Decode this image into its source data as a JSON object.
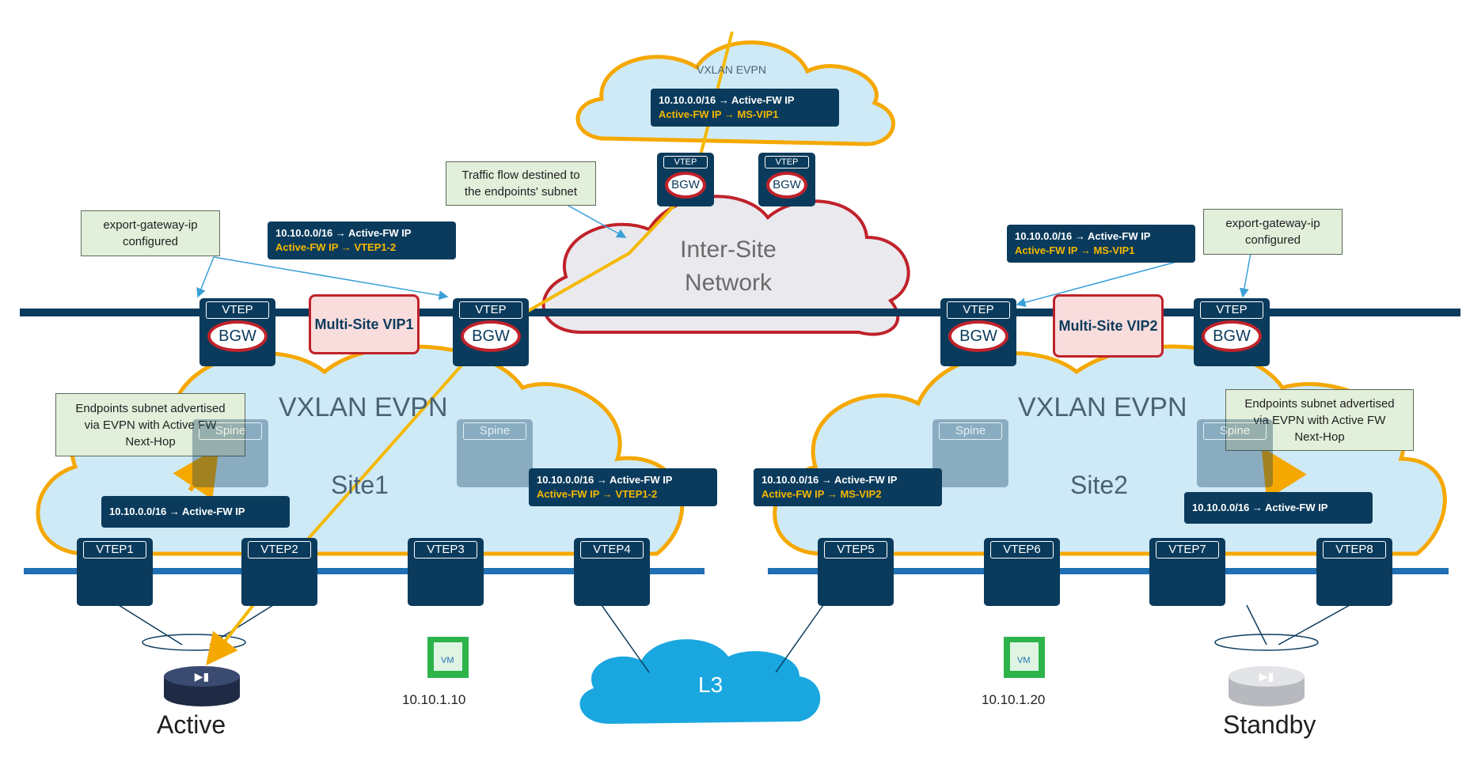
{
  "colors": {
    "navy": "#0b3b5c",
    "orange": "#f5a800",
    "red": "#c0222a",
    "cloud": "#cfeaf7",
    "note_bg": "#e2efda"
  },
  "top_cloud": {
    "label": "VXLAN EVPN",
    "callout": {
      "line1": "10.10.0.0/16 → Active-FW IP",
      "line2": "Active-FW IP → MS-VIP1"
    },
    "devices": [
      {
        "vtep": "VTEP",
        "bgw": "BGW"
      },
      {
        "vtep": "VTEP",
        "bgw": "BGW"
      }
    ]
  },
  "inter_site": {
    "line1": "Inter-Site",
    "line2": "Network"
  },
  "notes": {
    "traffic_flow": {
      "line1": "Traffic flow destined to",
      "line2": "the endpoints' subnet"
    },
    "export_left": {
      "line1": "export-gateway-ip",
      "line2": "configured"
    },
    "export_right": {
      "line1": "export-gateway-ip",
      "line2": "configured"
    },
    "endpoints_left": {
      "line1": "Endpoints subnet advertised",
      "line2": "via EVPN with Active FW",
      "line3": "Next-Hop"
    },
    "endpoints_right": {
      "line1": "Endpoints subnet advertised",
      "line2": "via EVPN with Active FW",
      "line3": "Next-Hop"
    }
  },
  "callouts": {
    "site1_bgw": {
      "line1": "10.10.0.0/16 → Active-FW IP",
      "line2": "Active-FW IP → VTEP1-2"
    },
    "site2_bgw": {
      "line1": "10.10.0.0/16 → Active-FW IP",
      "line2": "Active-FW IP → MS-VIP1"
    },
    "site1_vtep": {
      "line1": "10.10.0.0/16 → Active-FW IP"
    },
    "site1_vtep4": {
      "line1": "10.10.0.0/16 → Active-FW IP",
      "line2": "Active-FW IP → VTEP1-2"
    },
    "site2_vtep5": {
      "line1": "10.10.0.0/16 → Active-FW IP",
      "line2": "Active-FW IP → MS-VIP2"
    },
    "site2_vtep": {
      "line1": "10.10.0.0/16 → Active-FW IP"
    }
  },
  "site1": {
    "fabric_label": "VXLAN EVPN",
    "site_label": "Site1",
    "vip": "Multi-Site VIP1",
    "bgws": [
      {
        "vtep": "VTEP",
        "bgw": "BGW"
      },
      {
        "vtep": "VTEP",
        "bgw": "BGW"
      }
    ],
    "spines": [
      "Spine",
      "Spine"
    ],
    "leafs": [
      "VTEP1",
      "VTEP2",
      "VTEP3",
      "VTEP4"
    ]
  },
  "site2": {
    "fabric_label": "VXLAN EVPN",
    "site_label": "Site2",
    "vip": "Multi-Site VIP2",
    "bgws": [
      {
        "vtep": "VTEP",
        "bgw": "BGW"
      },
      {
        "vtep": "VTEP",
        "bgw": "BGW"
      }
    ],
    "spines": [
      "Spine",
      "Spine"
    ],
    "leafs": [
      "VTEP5",
      "VTEP6",
      "VTEP7",
      "VTEP8"
    ]
  },
  "l3": "L3",
  "vms": [
    {
      "badge": "VM",
      "ip": "10.10.1.10"
    },
    {
      "badge": "VM",
      "ip": "10.10.1.20"
    }
  ],
  "firewalls": {
    "active": "Active",
    "standby": "Standby"
  }
}
